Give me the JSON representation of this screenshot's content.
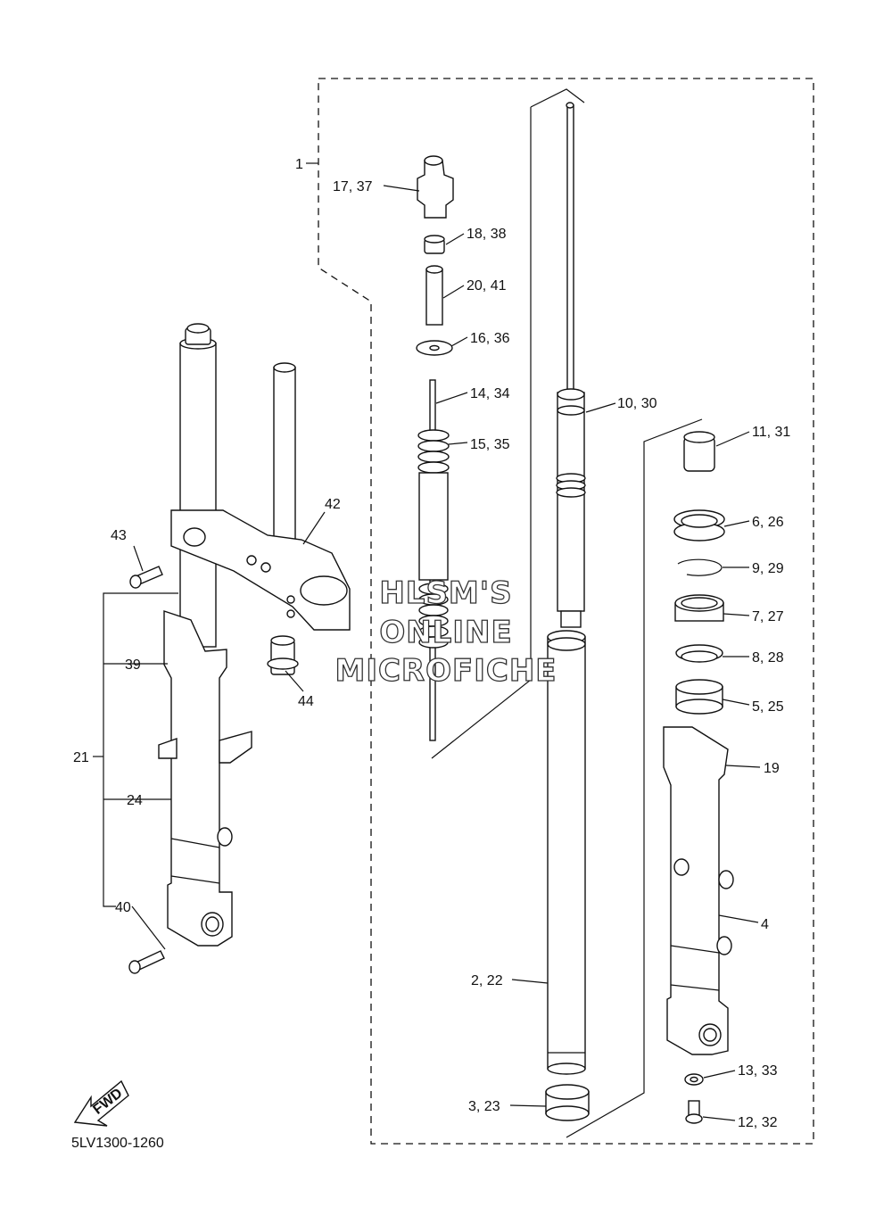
{
  "diagram": {
    "code": "5LV1300-1260",
    "fwd_label": "FWD",
    "watermark": [
      "HLSM'S",
      "ONLINE",
      "MICROFICHE"
    ],
    "callouts": {
      "c1": "1",
      "c17": "17, 37",
      "c18": "18, 38",
      "c20": "20, 41",
      "c16": "16, 36",
      "c14": "14, 34",
      "c15": "15, 35",
      "c10": "10, 30",
      "c11": "11, 31",
      "c6": "6, 26",
      "c9": "9, 29",
      "c7": "7, 27",
      "c8": "8, 28",
      "c5": "5, 25",
      "c19": "19",
      "c4": "4",
      "c2": "2, 22",
      "c13": "13, 33",
      "c12": "12, 32",
      "c3": "3, 23",
      "c42": "42",
      "c43": "43",
      "c44": "44",
      "c39": "39",
      "c21": "21",
      "c24": "24",
      "c40": "40"
    }
  }
}
